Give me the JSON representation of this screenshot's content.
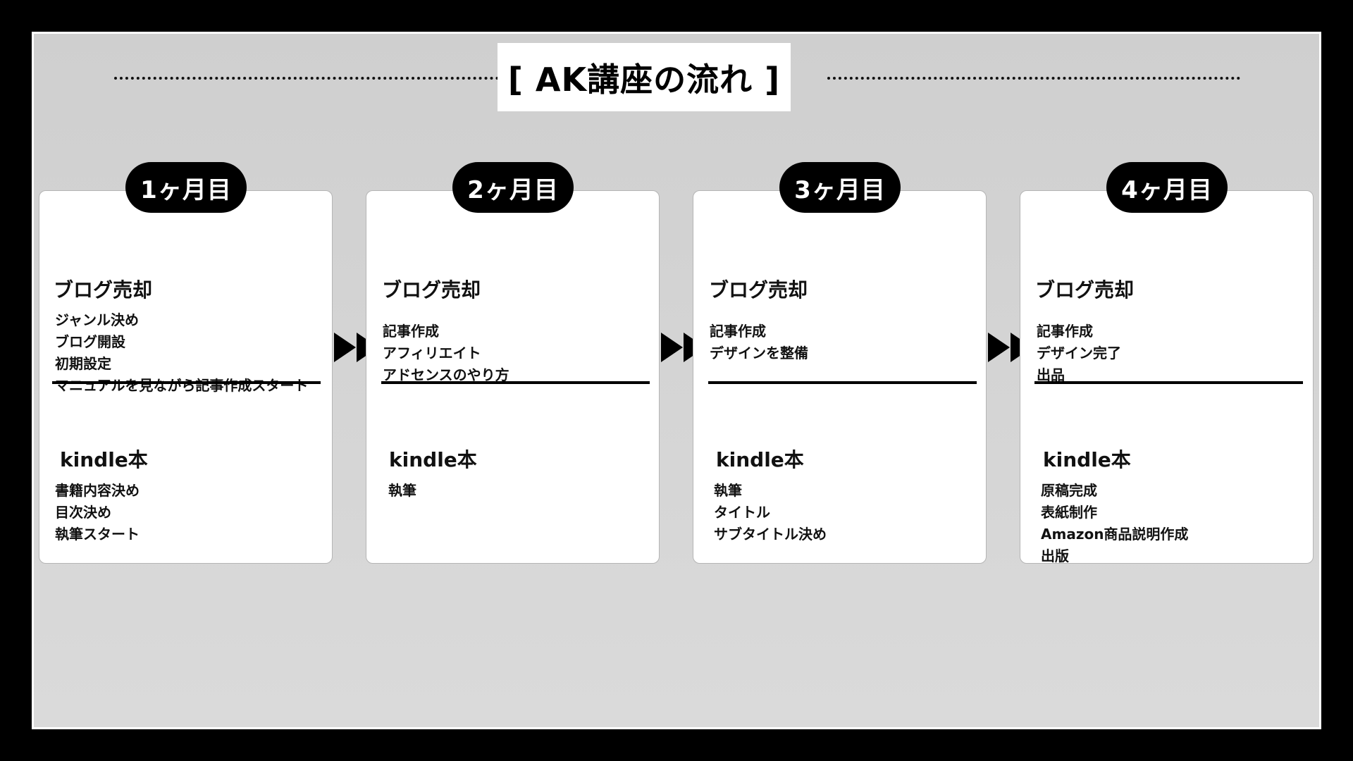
{
  "title": "[ AK講座の流れ ]",
  "steps": [
    {
      "label": "1ヶ月目",
      "blog_title": "ブログ売却",
      "blog_items": [
        "ジャンル決め",
        "ブログ開設",
        "初期設定",
        "マニュアルを見ながら記事作成スタート"
      ],
      "kindle_title": "kindle本",
      "kindle_items": [
        "書籍内容決め",
        "目次決め",
        "執筆スタート"
      ]
    },
    {
      "label": "2ヶ月目",
      "blog_title": "ブログ売却",
      "blog_items": [
        "記事作成",
        "アフィリエイト",
        "アドセンスのやり方"
      ],
      "kindle_title": "kindle本",
      "kindle_items": [
        "執筆"
      ]
    },
    {
      "label": "3ヶ月目",
      "blog_title": "ブログ売却",
      "blog_items": [
        "記事作成",
        "デザインを整備"
      ],
      "kindle_title": "kindle本",
      "kindle_items": [
        "執筆",
        "タイトル",
        "サブタイトル決め"
      ]
    },
    {
      "label": "4ヶ月目",
      "blog_title": "ブログ売却",
      "blog_items": [
        "記事作成",
        "デザイン完了",
        "出品"
      ],
      "kindle_title": "kindle本",
      "kindle_items": [
        "原稿完成",
        "表紙制作",
        "Amazon商品説明作成",
        "出版"
      ]
    }
  ]
}
